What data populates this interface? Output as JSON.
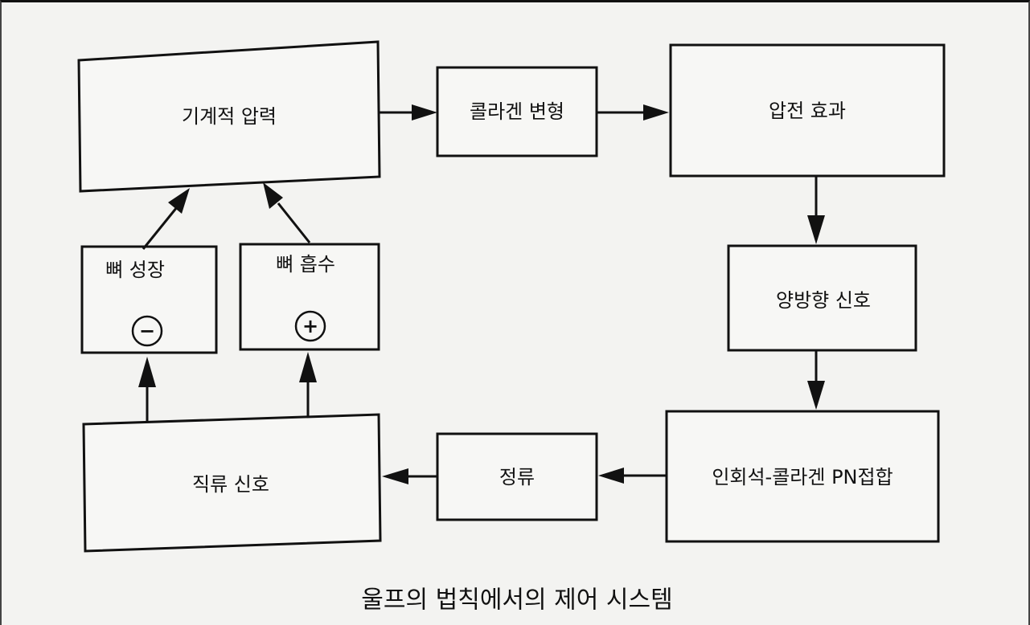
{
  "caption": "울프의 법칙에서의 제어 시스템",
  "boxes": {
    "mechanical_stress": "기계적 압력",
    "collagen_deformation": "콜라겐 변형",
    "piezoelectric_effect": "압전 효과",
    "bidirectional_signal": "양방향 신호",
    "pn_junction": "인회석-콜라겐 PN접합",
    "rectification": "정류",
    "dc_signal": "직류 신호",
    "bone_growth": "뼈  성장",
    "bone_resorption": "뼈  흡수"
  },
  "signs": {
    "bone_growth": "−",
    "bone_resorption": "+"
  }
}
